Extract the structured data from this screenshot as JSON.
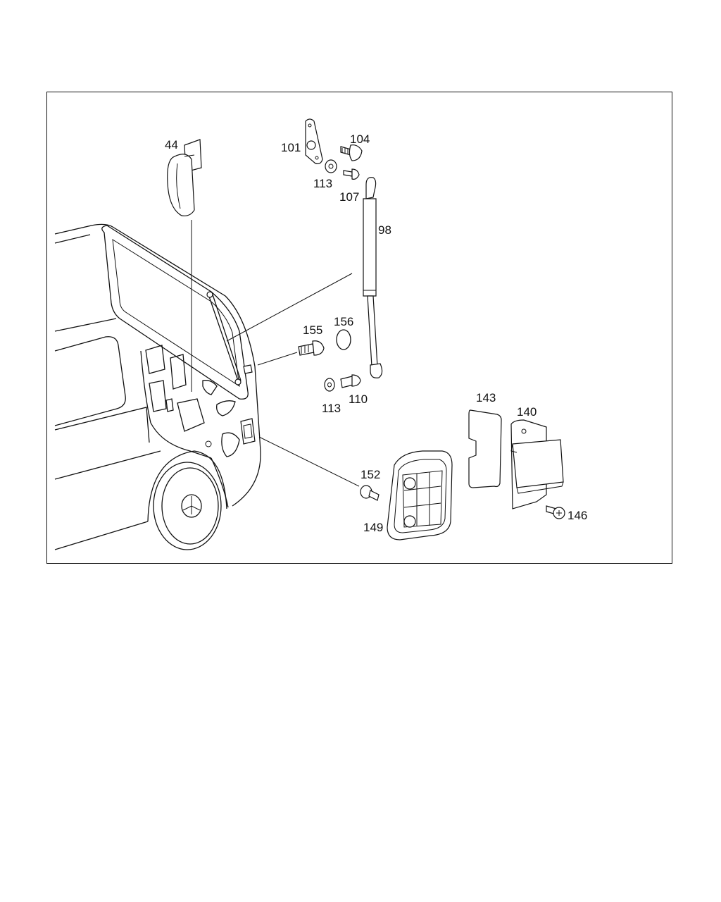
{
  "diagram": {
    "part_labels": {
      "p44": "44",
      "p101": "101",
      "p104": "104",
      "p113a": "113",
      "p107": "107",
      "p98": "98",
      "p155": "155",
      "p156": "156",
      "p113b": "113",
      "p110": "110",
      "p143": "143",
      "p140": "140",
      "p152": "152",
      "p149": "149",
      "p146": "146"
    }
  }
}
